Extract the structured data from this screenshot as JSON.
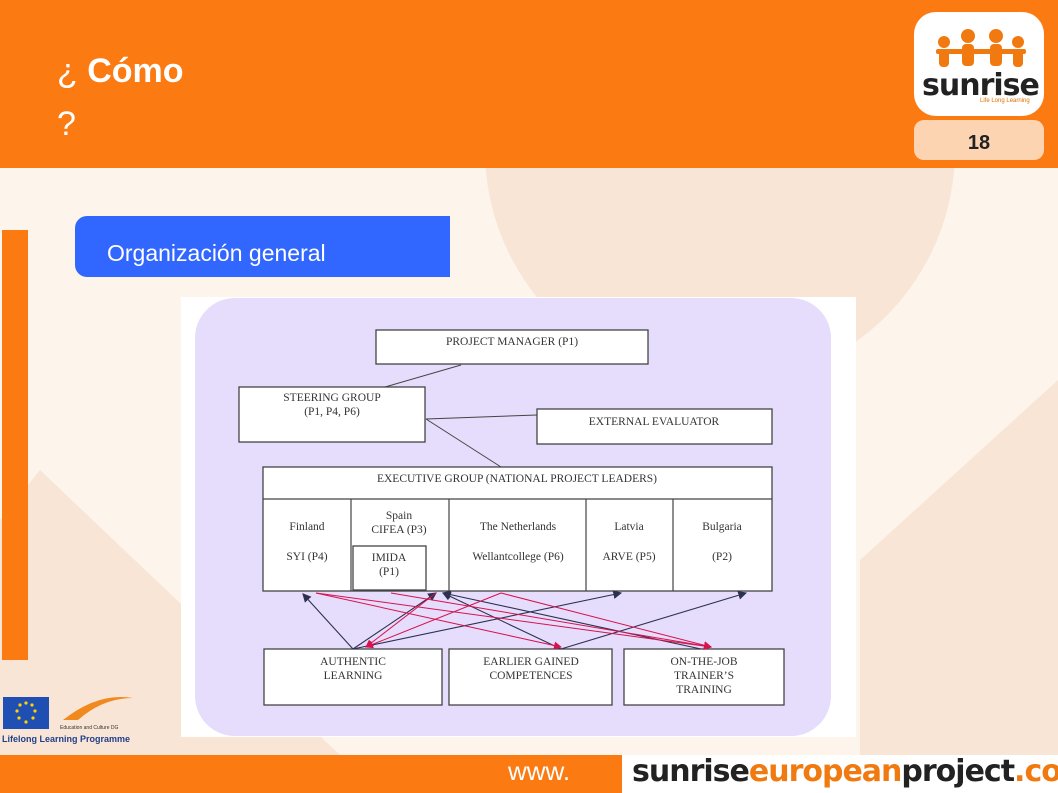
{
  "header": {
    "question_mark_open": "¿",
    "title_word": "Cómo",
    "title_line2": "?"
  },
  "logo": {
    "brand": "sunrise",
    "tagline": "Life Long Learning"
  },
  "page_number": "18",
  "section": {
    "label": "Organización general"
  },
  "diagram": {
    "project_manager": "PROJECT MANAGER (P1)",
    "steering_group": [
      "STEERING GROUP",
      "(P1, P4, P6)"
    ],
    "external_evaluator": "EXTERNAL EVALUATOR",
    "executive_group": "EXECUTIVE GROUP (NATIONAL PROJECT LEADERS)",
    "finland": [
      "Finland",
      "SYI (P4)"
    ],
    "spain": [
      "Spain",
      "CIFEA (P3)"
    ],
    "imida": [
      "IMIDA",
      "(P1)"
    ],
    "netherlands": [
      "The Netherlands",
      "Wellantcollege (P6)"
    ],
    "latvia": [
      "Latvia",
      "ARVE (P5)"
    ],
    "bulgaria": [
      "Bulgaria",
      "(P2)"
    ],
    "authentic": [
      "AUTHENTIC",
      "LEARNING"
    ],
    "earlier": [
      "EARLIER GAINED",
      "COMPETENCES"
    ],
    "onjob": [
      "ON-THE-JOB",
      "TRAINER’S",
      "TRAINING"
    ]
  },
  "eu_logo": {
    "programme": "Lifelong Learning Programme",
    "dg": "Education and Culture DG"
  },
  "footer": {
    "www": "www.",
    "url_part1": "sunrise",
    "url_part2": "european",
    "url_part3": "project",
    "url_part4": ".com"
  },
  "colors": {
    "orange": "#fb7a12",
    "blue_tab": "#3166ff",
    "lavender": "#e6dcfb",
    "arrow_red": "#d8124e",
    "arrow_dark": "#2c3150"
  }
}
